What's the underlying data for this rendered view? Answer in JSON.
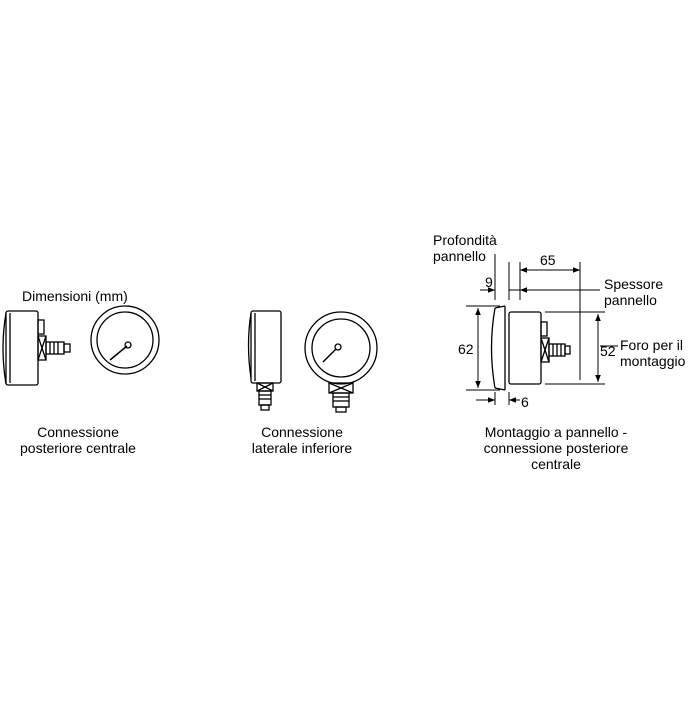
{
  "title": "Dimensioni (mm)",
  "panels": {
    "rear_center": {
      "caption_line1": "Connessione",
      "caption_line2": "posteriore centrale"
    },
    "lower_side": {
      "caption_line1": "Connessione",
      "caption_line2": "laterale inferiore"
    },
    "panel_mount": {
      "caption_line1": "Montaggio a pannello -",
      "caption_line2": "connessione posteriore",
      "caption_line3": "centrale",
      "label_depth_line1": "Profondità",
      "label_depth_line2": "pannello",
      "label_thickness_line1": "Spessore",
      "label_thickness_line2": "pannello",
      "label_hole_line1": "Foro per il",
      "label_hole_line2": "montaggio",
      "dim_overall_depth": "65",
      "dim_panel_depth": "9",
      "dim_bezel_diameter": "62",
      "dim_hole_diameter": "52",
      "dim_thickness": "6"
    }
  },
  "colors": {
    "line": "#000000",
    "background": "#ffffff"
  }
}
